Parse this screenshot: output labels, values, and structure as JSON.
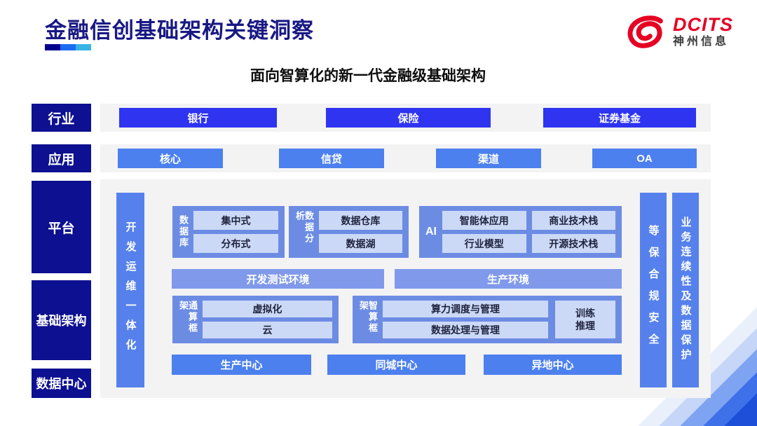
{
  "title": "金融信创基础架构关键洞察",
  "logo": {
    "brand": "DCITS",
    "company": "神州信息"
  },
  "subtitle": "面向智算化的新一代金融级基础架构",
  "side": {
    "industry": "行业",
    "application": "应用",
    "platform": "平台",
    "infrastructure": "基础架构",
    "datacenter": "数据中心"
  },
  "industry": {
    "items": [
      "银行",
      "保险",
      "证券基金"
    ]
  },
  "application": {
    "items": [
      "核心",
      "信贷",
      "渠道",
      "OA"
    ]
  },
  "platform": {
    "devops": "开发运维一体化",
    "groups": [
      {
        "label": "数据库",
        "items": [
          "集中式",
          "分布式"
        ]
      },
      {
        "label": "数据分析",
        "items": [
          "数据仓库",
          "数据湖"
        ]
      },
      {
        "label": "AI",
        "items": [
          "智能体应用",
          "商业技术栈",
          "行业模型",
          "开源技术栈"
        ]
      }
    ],
    "environments": [
      "开发测试环境",
      "生产环境"
    ],
    "frameworks": [
      {
        "label": "通算框架",
        "items": [
          "虚拟化",
          "云"
        ]
      },
      {
        "label": "智算框架",
        "items": [
          "算力调度与管理",
          "数据处理与管理"
        ],
        "side_item": "训练推理"
      }
    ],
    "centers": [
      "生产中心",
      "同城中心",
      "异地中心"
    ],
    "guards": [
      "等保合规安全",
      "业务连续性及数据保护"
    ]
  },
  "colors": {
    "title_navy": "#181884",
    "label_navy": "#0D1090",
    "industry_blue": "#2E34F0",
    "app_blue": "#4C80EE",
    "container_blue": "#6C8CE4",
    "inner_blue": "#CBD9F6",
    "env_blue": "#8099EA",
    "bar_blue": "#5681EC",
    "panel_gray": "#F3F3F4",
    "brand_red": "#E60023",
    "underline_segments": [
      "#00008F",
      "#1E6BF0",
      "#38B3E6"
    ]
  }
}
